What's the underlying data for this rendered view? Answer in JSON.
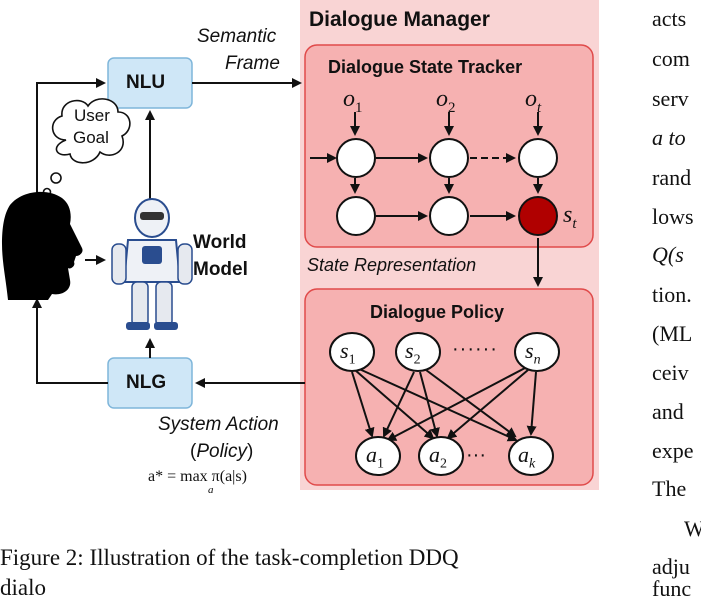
{
  "diagram": {
    "dialogue_manager_title": "Dialogue Manager",
    "state_tracker_title": "Dialogue State Tracker",
    "policy_title": "Dialogue Policy",
    "nlu_label": "NLU",
    "nlg_label": "NLG",
    "semantic_frame_line1": "Semantic",
    "semantic_frame_line2": "Frame",
    "user_goal_line1": "User",
    "user_goal_line2": "Goal",
    "world_model_line1": "World",
    "world_model_line2": "Model",
    "state_representation": "State Representation",
    "system_action_line1": "System Action",
    "system_action_line2_open": "(",
    "system_action_line2_word": "Policy",
    "system_action_line2_close": ")",
    "formula": "a* = max π(a|s)",
    "formula_sub": "a",
    "obs": [
      "o",
      "o",
      "o"
    ],
    "obs_sub": [
      "1",
      "2",
      "t"
    ],
    "state_label": "s",
    "state_sub": "t",
    "policy_states": [
      "s",
      "s",
      "s"
    ],
    "policy_states_sub": [
      "1",
      "2",
      "n"
    ],
    "policy_dots": "······",
    "actions": [
      "a",
      "a",
      "a"
    ],
    "actions_sub": [
      "1",
      "2",
      "k"
    ],
    "actions_dots": "···",
    "colors": {
      "dm_panel": "#f9d4d4",
      "sub_panel": "#f6b1b1",
      "sub_panel_border": "#e04a4a",
      "module_box": "#cfe7f7",
      "module_border": "#7fb6da",
      "state_node": "#b00000"
    },
    "icons": [
      "user-silhouette-icon",
      "robot-icon",
      "thought-cloud-icon"
    ]
  },
  "caption": "Figure 2: Illustration of the task-completion DDQ",
  "caption_line2_fragment": "dialo",
  "body_text_fragments": [
    "acts",
    "com",
    "serv",
    "a to",
    "rand",
    "lows",
    "Q(s",
    "tion.",
    "(ML",
    "ceiv",
    "and",
    "expe",
    "The",
    "W",
    "adju",
    "func"
  ]
}
